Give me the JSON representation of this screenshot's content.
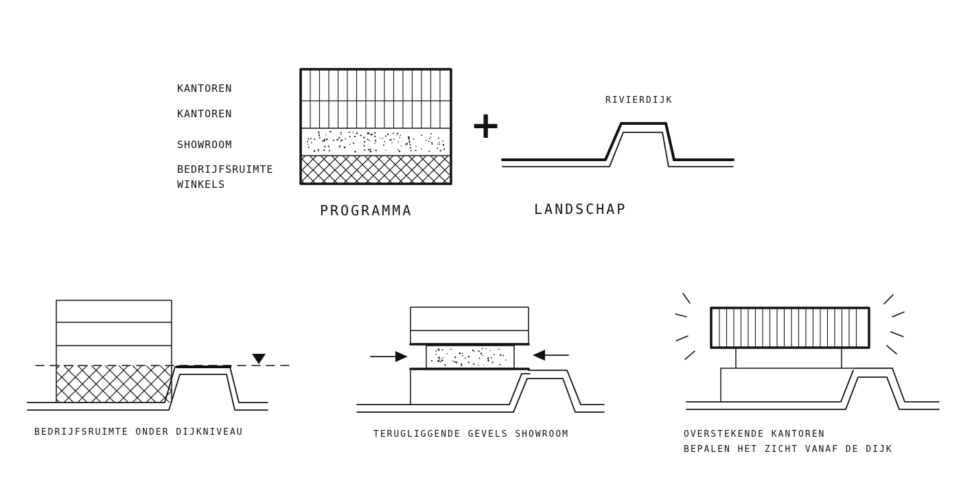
{
  "program": {
    "labels": [
      "KANTOREN",
      "KANTOREN",
      "SHOWROOM",
      "BEDRIJFSRUIMTE",
      "WINKELS"
    ],
    "title": "PROGRAMMA"
  },
  "plus_symbol": "+",
  "landscape": {
    "dike_label": "RIVIERDIJK",
    "title": "LANDSCHAP"
  },
  "captions": {
    "sketch1": "BEDRIJFSRUIMTE ONDER DIJKNIVEAU",
    "sketch2": "TERUGLIGGENDE GEVELS SHOWROOM",
    "sketch3_line1": "OVERSTEKENDE KANTOREN",
    "sketch3_line2": "BEPALEN HET ZICHT VANAF DE DIJK"
  }
}
